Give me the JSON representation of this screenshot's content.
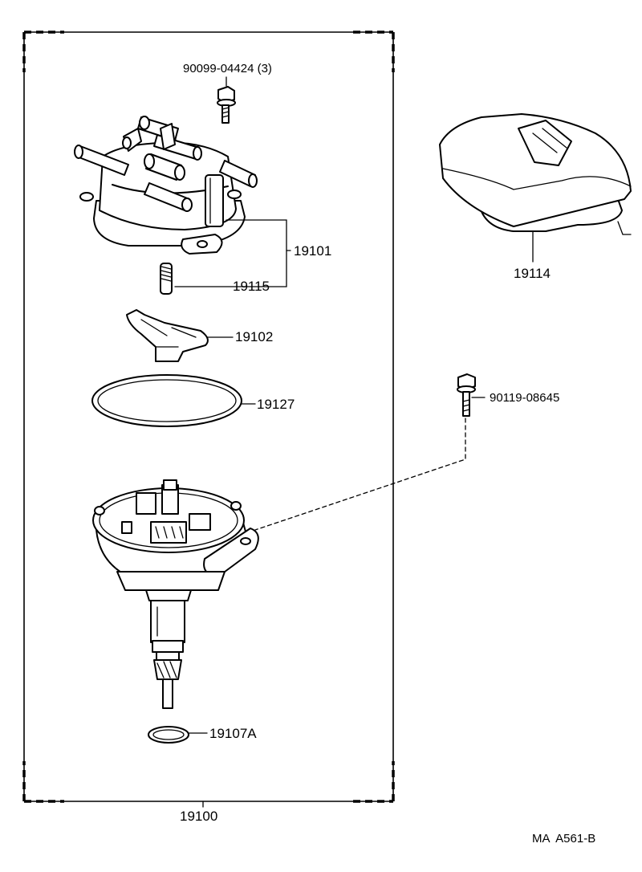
{
  "diagram": {
    "parts": {
      "bolt_top": {
        "number": "90099-04424",
        "quantity": "(3)"
      },
      "cap": {
        "number": "19101"
      },
      "spring": {
        "number": "19115"
      },
      "rotor": {
        "number": "19102"
      },
      "gasket": {
        "number": "19127"
      },
      "oring": {
        "number": "19107A"
      },
      "assembly": {
        "number": "19100"
      },
      "cover": {
        "number": "19114"
      },
      "bolt_side": {
        "number": "90119-08645"
      }
    },
    "drawing_code": "MA  A561-B"
  }
}
